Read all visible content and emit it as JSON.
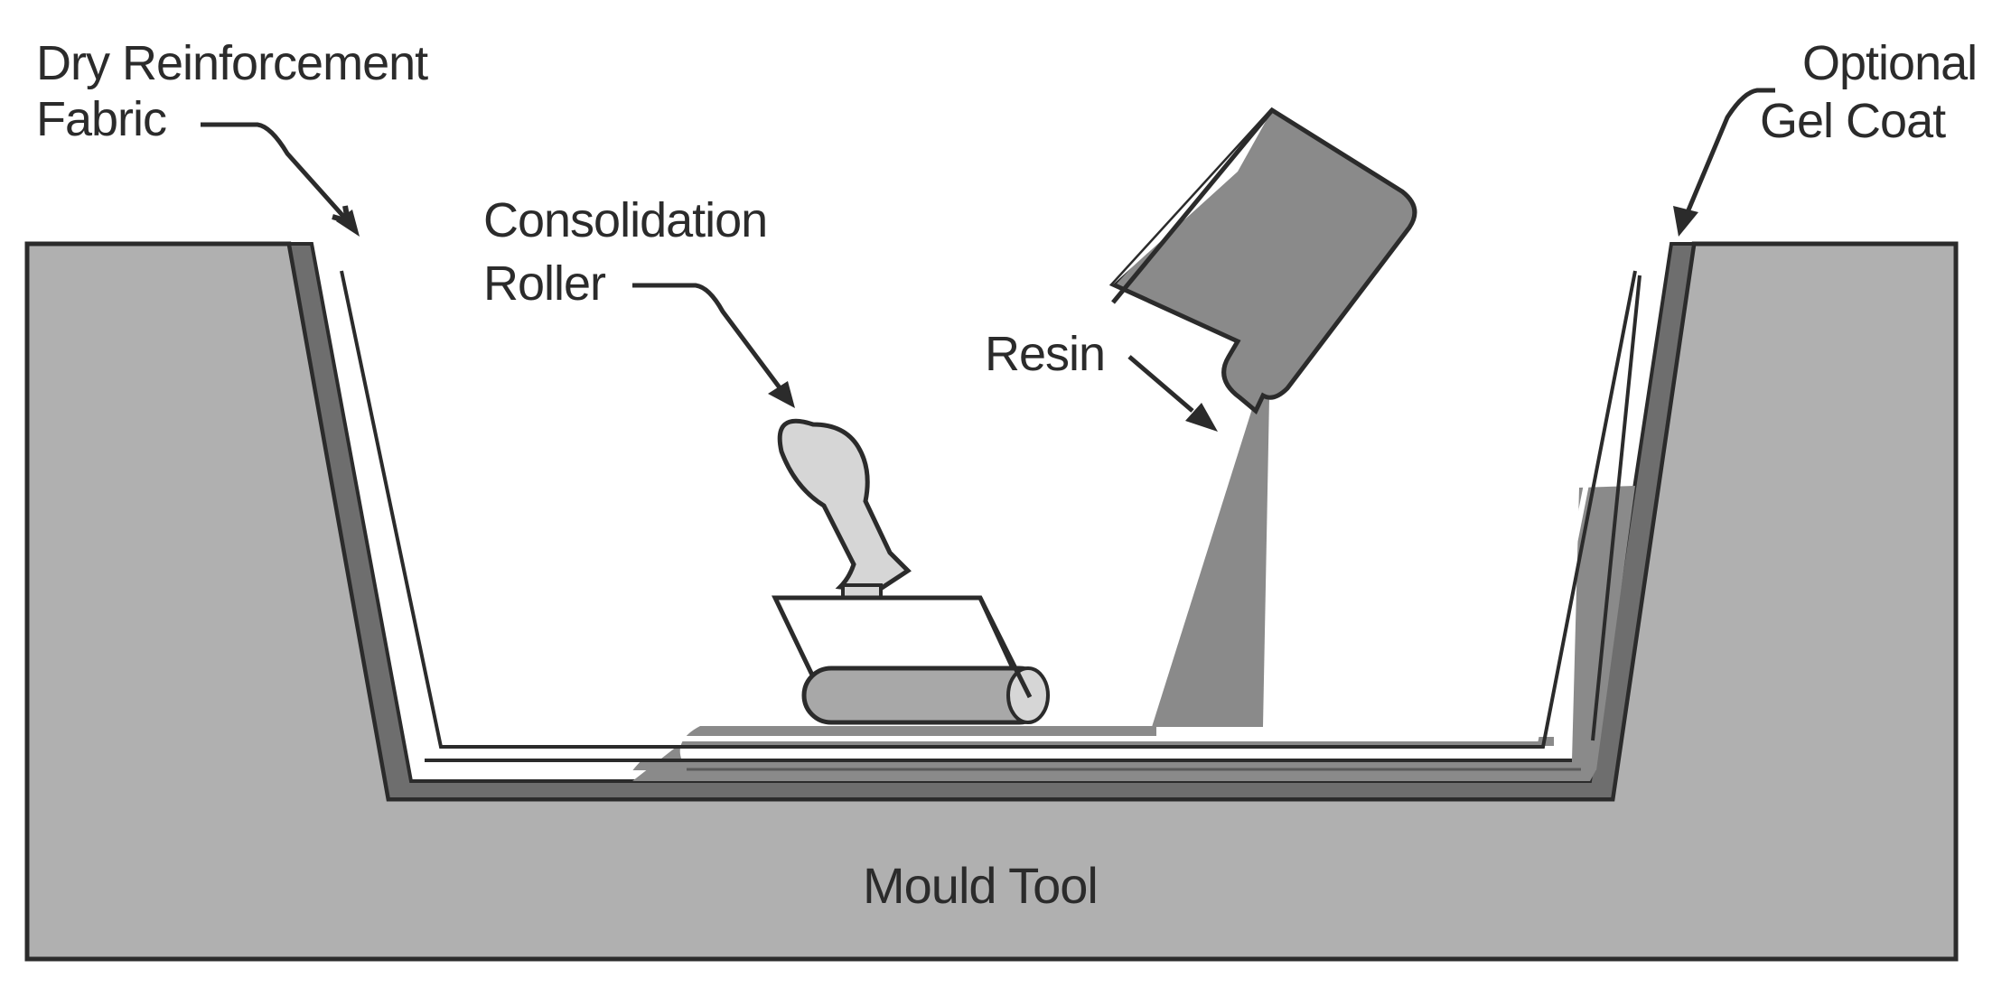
{
  "labels": {
    "dry_fabric_line1": "Dry Reinforcement",
    "dry_fabric_line2": "Fabric",
    "consolidation_line1": "Consolidation",
    "consolidation_line2": "Roller",
    "resin": "Resin",
    "gel_coat_line1": "Optional",
    "gel_coat_line2": "Gel Coat",
    "mould_tool": "Mould Tool"
  },
  "colors": {
    "mould": "#b0b0b0",
    "gel_coat": "#6e6e6e",
    "resin": "#8a8a8a",
    "roller": "#a8a8a8",
    "handle": "#d6d6d6",
    "outline": "#2b2b2b",
    "text": "#2b2b2b"
  }
}
